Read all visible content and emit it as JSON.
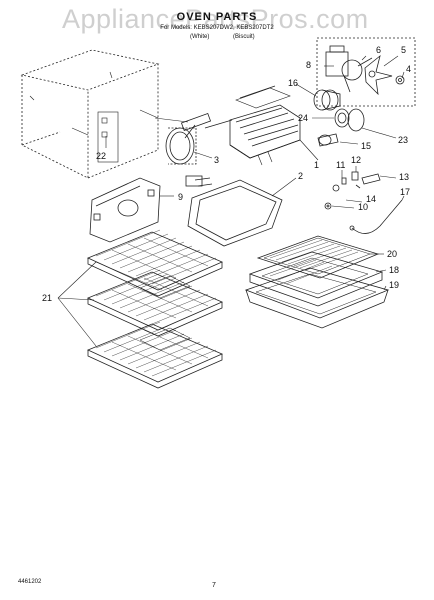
{
  "header": {
    "watermark": "AppliancePartsPros.com",
    "title": "OVEN PARTS",
    "models": "For Models: KEBS207DW2, KEBS207DT2",
    "color_1": "(White)",
    "color_2": "(Biscuit)"
  },
  "callouts": {
    "c1": "1",
    "c2": "2",
    "c3": "3",
    "c4": "4",
    "c5": "5",
    "c6": "6",
    "c8": "8",
    "c9": "9",
    "c10": "10",
    "c11": "11",
    "c12": "12",
    "c13": "13",
    "c14": "14",
    "c15": "15",
    "c16": "16",
    "c17": "17",
    "c18": "18",
    "c19": "19",
    "c20": "20",
    "c21": "21",
    "c22": "22",
    "c23": "23",
    "c24": "24"
  },
  "footer": {
    "doc_number": "4461202",
    "page_number": "7"
  }
}
